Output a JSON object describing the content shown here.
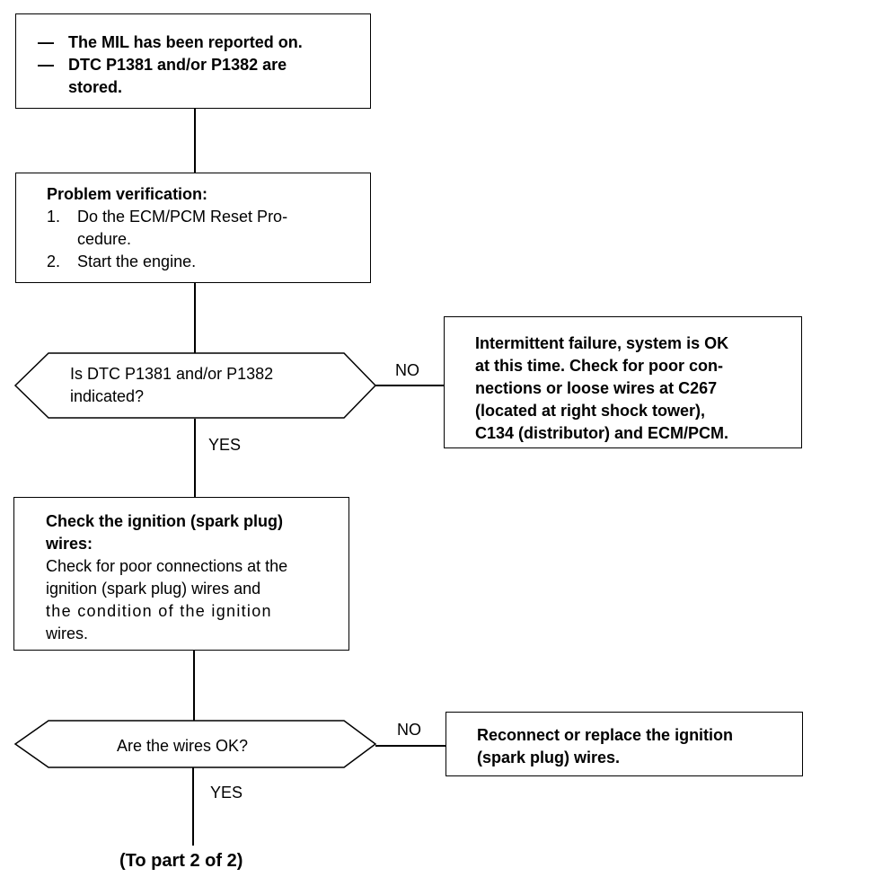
{
  "start_box": {
    "bullet": "—",
    "line1": "The MIL has been reported on.",
    "line2": "DTC P1381 and/or P1382 are",
    "line3": "stored."
  },
  "verify_box": {
    "title": "Problem verification:",
    "step1_num": "1.",
    "step1_line1": "Do the ECM/PCM Reset Pro-",
    "step1_line2": "cedure.",
    "step2_num": "2.",
    "step2_line1": "Start the engine."
  },
  "decision1": {
    "line1": "Is DTC P1381 and/or P1382",
    "line2": "indicated?",
    "no_label": "NO",
    "yes_label": "YES"
  },
  "intermittent_box": {
    "line1": "Intermittent failure, system is OK",
    "line2": "at this time. Check for poor con-",
    "line3": "nections or loose wires at C267",
    "line4": "(located at right shock tower),",
    "line5": "C134 (distributor) and ECM/PCM."
  },
  "check_box": {
    "title1": "Check the ignition (spark plug)",
    "title2": "wires:",
    "line1": "Check for poor connections at the",
    "line2": "ignition (spark plug) wires and",
    "line3": "the condition of the ignition",
    "line4": "wires."
  },
  "decision2": {
    "line1": "Are the wires OK?",
    "no_label": "NO",
    "yes_label": "YES"
  },
  "replace_box": {
    "line1": "Reconnect or replace the ignition",
    "line2": "(spark plug) wires."
  },
  "continuation": {
    "label": "(To part 2 of 2)"
  }
}
